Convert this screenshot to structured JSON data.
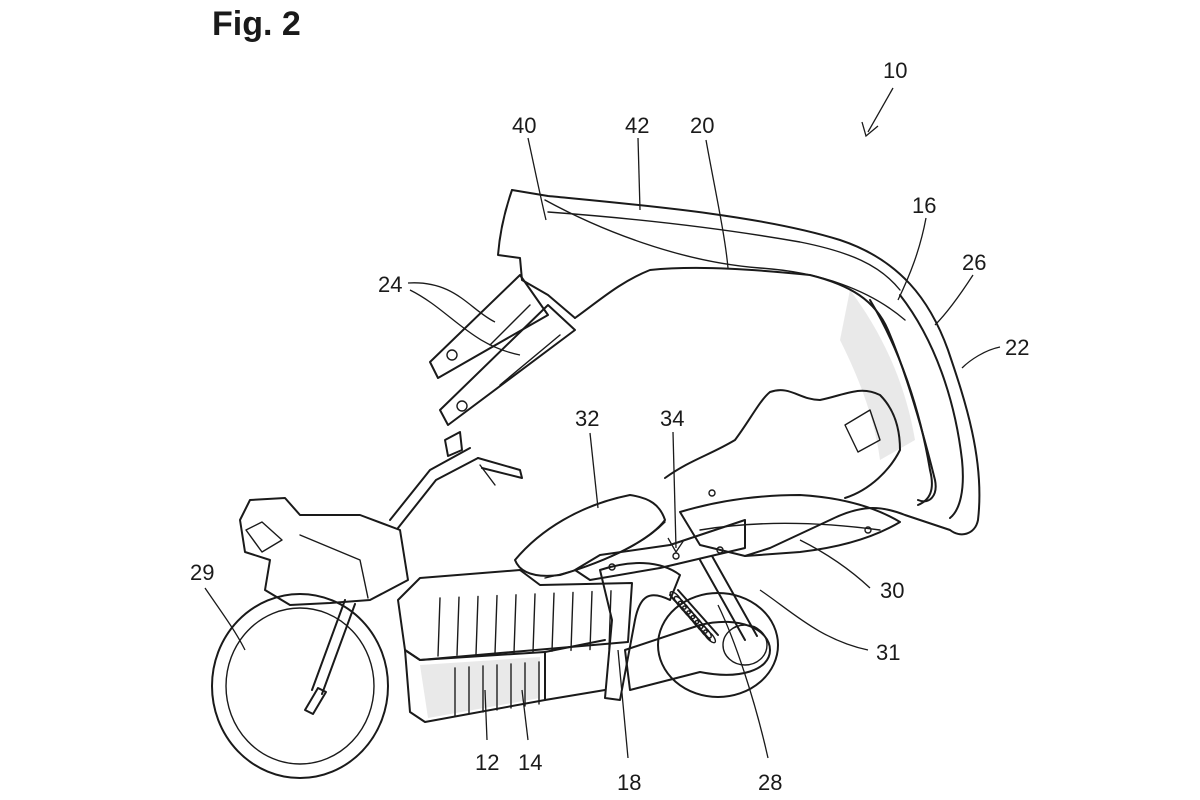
{
  "figure": {
    "title": "Fig. 2",
    "ink": "#1a1a1a",
    "shade": "#4a4a4a"
  },
  "refs": {
    "r10": "10",
    "r40": "40",
    "r42": "42",
    "r20": "20",
    "r16": "16",
    "r26": "26",
    "r22": "22",
    "r24": "24",
    "r32": "32",
    "r34": "34",
    "r29": "29",
    "r30": "30",
    "r31": "31",
    "r12": "12",
    "r14": "14",
    "r18": "18",
    "r28": "28"
  }
}
